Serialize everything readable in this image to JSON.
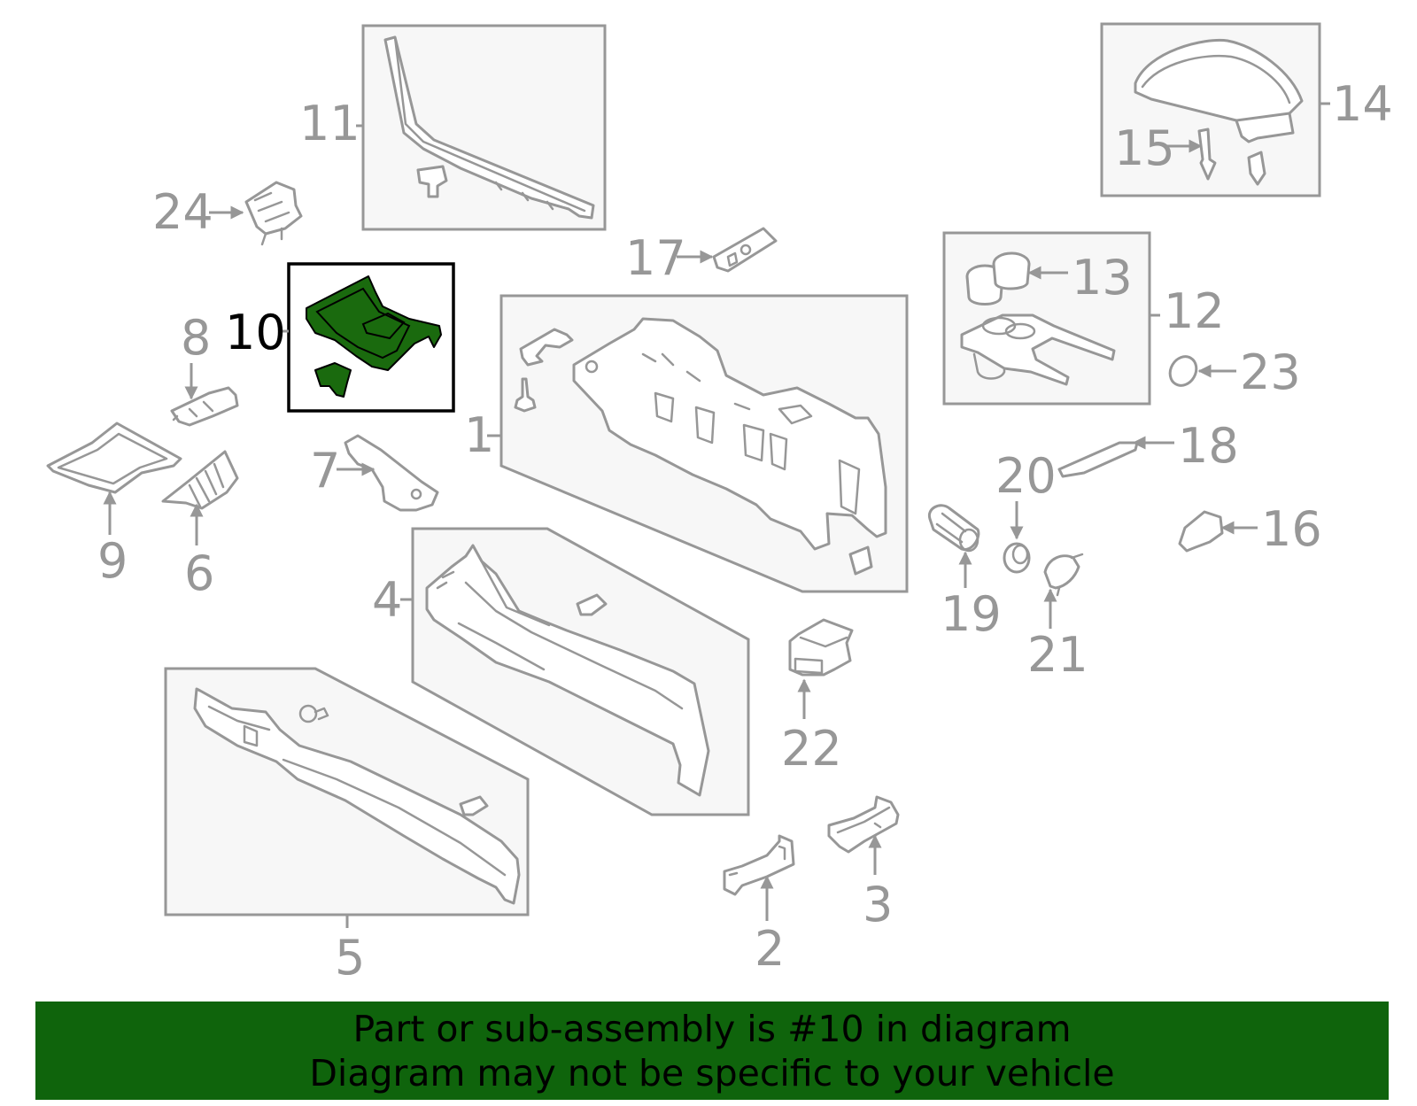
{
  "diagram": {
    "highlight_color": "#1a6a0e",
    "callout_color": "#979797",
    "highlighted_part": "10",
    "callouts": [
      "1",
      "2",
      "3",
      "4",
      "5",
      "6",
      "7",
      "8",
      "9",
      "10",
      "11",
      "12",
      "13",
      "14",
      "15",
      "16",
      "17",
      "18",
      "19",
      "20",
      "21",
      "22",
      "23",
      "24"
    ]
  },
  "banner": {
    "line1": "Part or sub-assembly is #10 in diagram",
    "line2": "Diagram may not be specific to your vehicle",
    "background": "#0f640c"
  }
}
